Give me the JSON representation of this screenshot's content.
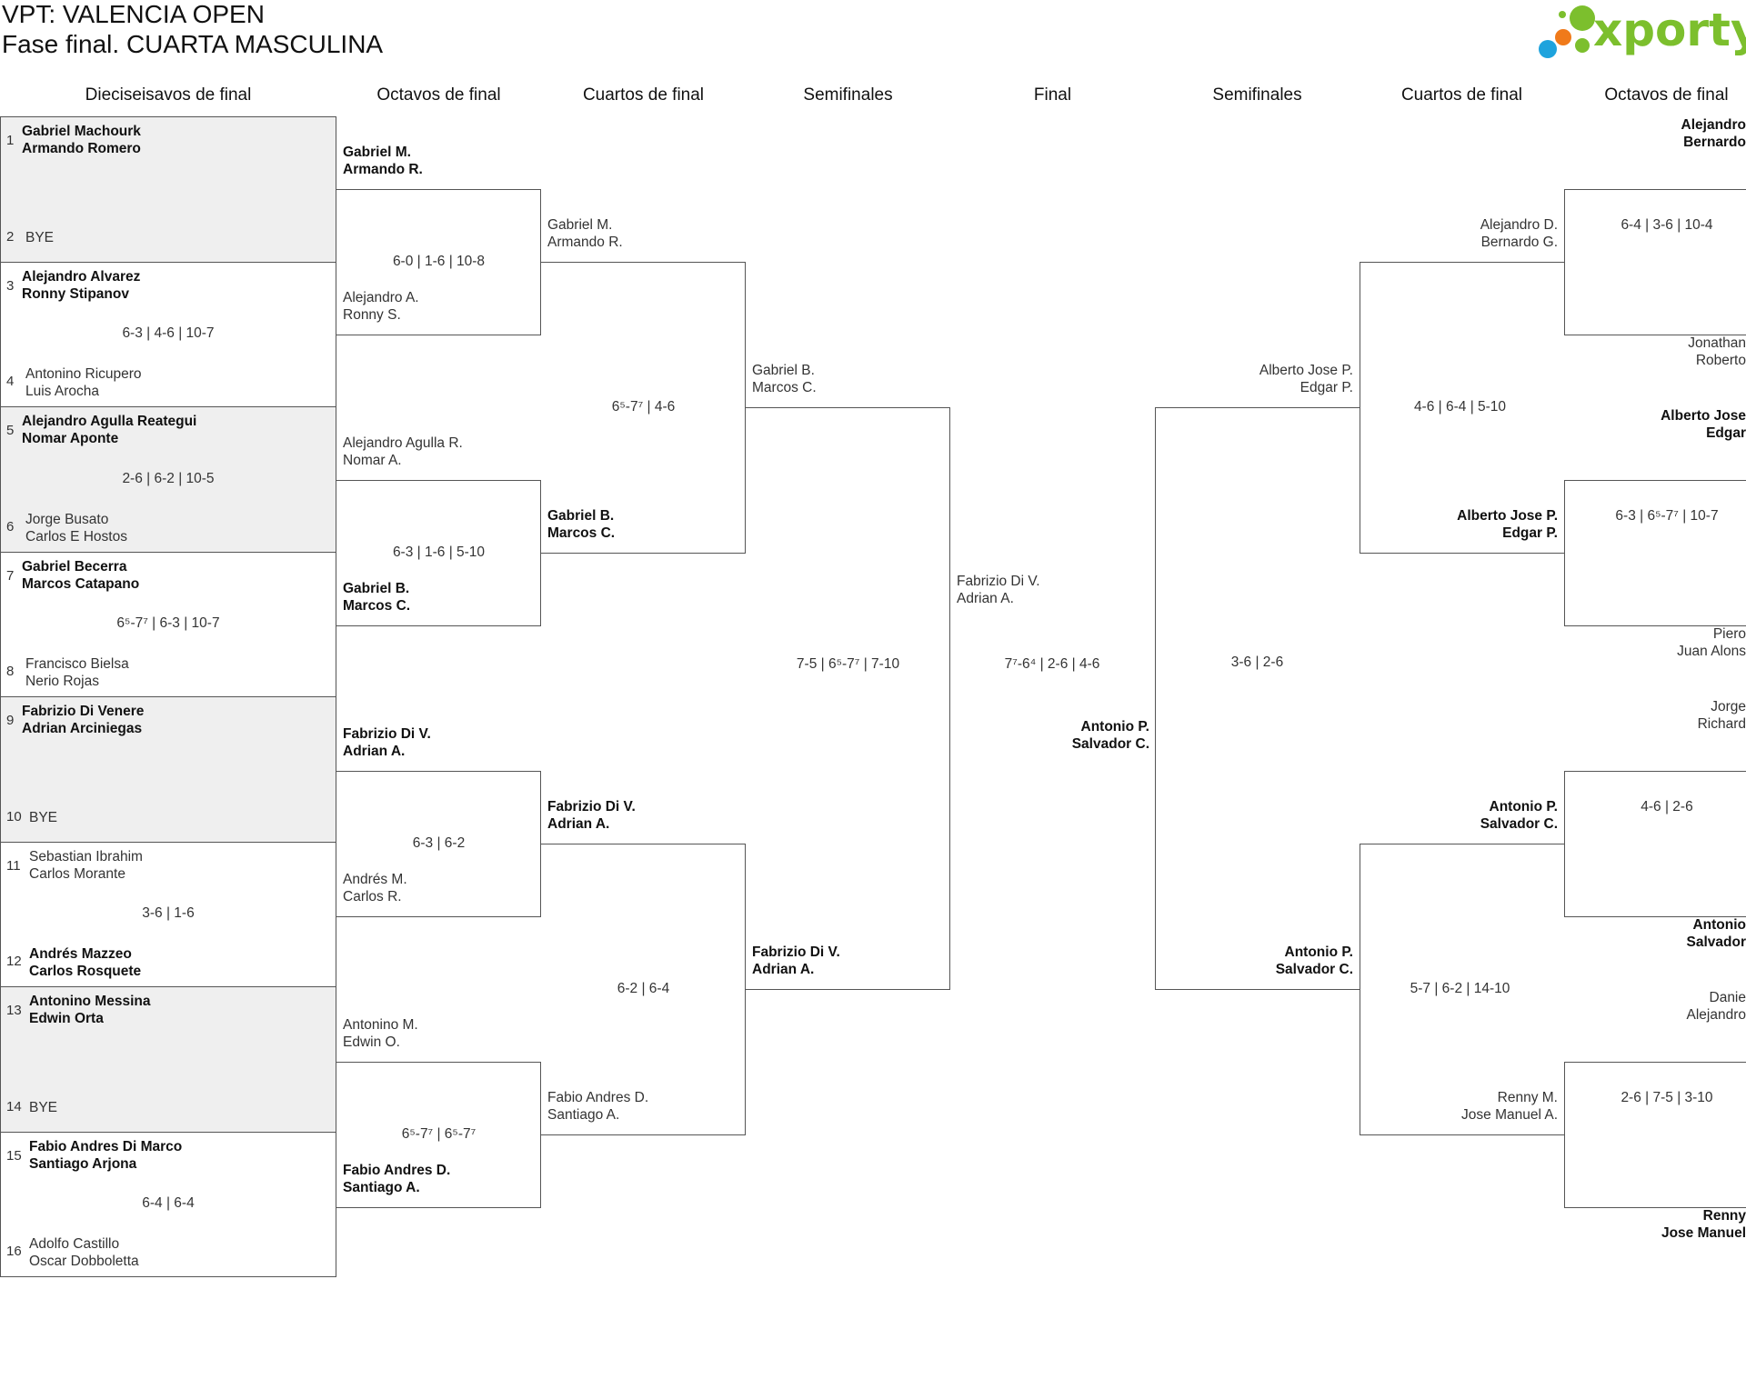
{
  "header": {
    "title_line1": "VPT: VALENCIA OPEN",
    "title_line2": "Fase final. CUARTA MASCULINA",
    "logo_text": "xporty",
    "logo_colors": [
      "#7cbf2d",
      "#f07a1a",
      "#1ea3dd"
    ]
  },
  "columns": [
    "Dieciseisavos de final",
    "Octavos de final",
    "Cuartos de final",
    "Semifinales",
    "Final",
    "Semifinales",
    "Cuartos de final",
    "Octavos de final"
  ],
  "r32": [
    {
      "seed_top": "1",
      "top": [
        "Gabriel Machourk",
        "Armando Romero"
      ],
      "top_win": true,
      "seed_bot": "2",
      "bot": [
        "BYE"
      ],
      "bot_win": false,
      "score": "",
      "shaded": true
    },
    {
      "seed_top": "3",
      "top": [
        "Alejandro Alvarez",
        "Ronny Stipanov"
      ],
      "top_win": true,
      "seed_bot": "4",
      "bot": [
        "Antonino Ricupero",
        "Luis Arocha"
      ],
      "bot_win": false,
      "score": "6-3 | 4-6 | 10-7",
      "shaded": false
    },
    {
      "seed_top": "5",
      "top": [
        "Alejandro Agulla Reategui",
        "Nomar Aponte"
      ],
      "top_win": true,
      "seed_bot": "6",
      "bot": [
        "Jorge Busato",
        "Carlos E Hostos"
      ],
      "bot_win": false,
      "score": "2-6 | 6-2 | 10-5",
      "shaded": true
    },
    {
      "seed_top": "7",
      "top": [
        "Gabriel Becerra",
        "Marcos Catapano"
      ],
      "top_win": true,
      "seed_bot": "8",
      "bot": [
        "Francisco Bielsa",
        "Nerio Rojas"
      ],
      "bot_win": false,
      "score": "6⁵-7⁷ | 6-3 | 10-7",
      "shaded": false
    },
    {
      "seed_top": "9",
      "top": [
        "Fabrizio Di Venere",
        "Adrian Arciniegas"
      ],
      "top_win": true,
      "seed_bot": "10",
      "bot": [
        "BYE"
      ],
      "bot_win": false,
      "score": "",
      "shaded": true
    },
    {
      "seed_top": "11",
      "top": [
        "Sebastian Ibrahim",
        "Carlos Morante"
      ],
      "top_win": false,
      "seed_bot": "12",
      "bot": [
        "Andrés Mazzeo",
        "Carlos Rosquete"
      ],
      "bot_win": true,
      "score": "3-6 | 1-6",
      "shaded": false
    },
    {
      "seed_top": "13",
      "top": [
        "Antonino Messina",
        "Edwin Orta"
      ],
      "top_win": true,
      "seed_bot": "14",
      "bot": [
        "BYE"
      ],
      "bot_win": false,
      "score": "",
      "shaded": true
    },
    {
      "seed_top": "15",
      "top": [
        "Fabio Andres Di Marco",
        "Santiago Arjona"
      ],
      "top_win": true,
      "seed_bot": "16",
      "bot": [
        "Adolfo Castillo",
        "Oscar Dobboletta"
      ],
      "bot_win": false,
      "score": "6-4 | 6-4",
      "shaded": false
    }
  ],
  "left_r16": [
    {
      "top": [
        "Gabriel M.",
        "Armando R."
      ],
      "top_win": true,
      "bot": [
        "Alejandro A.",
        "Ronny S."
      ],
      "bot_win": false,
      "score": "6-0 | 1-6 | 10-8"
    },
    {
      "top": [
        "Alejandro Agulla R.",
        "Nomar A."
      ],
      "top_win": false,
      "bot": [
        "Gabriel B.",
        "Marcos C."
      ],
      "bot_win": true,
      "score": "6-3 | 1-6 | 5-10"
    },
    {
      "top": [
        "Fabrizio Di V.",
        "Adrian A."
      ],
      "top_win": true,
      "bot": [
        "Andrés M.",
        "Carlos R."
      ],
      "bot_win": false,
      "score": "6-3 | 6-2"
    },
    {
      "top": [
        "Antonino M.",
        "Edwin O."
      ],
      "top_win": false,
      "bot": [
        "Fabio Andres D.",
        "Santiago A."
      ],
      "bot_win": true,
      "score": "6⁵-7⁷ | 6⁵-7⁷"
    }
  ],
  "left_qf": [
    {
      "top": [
        "Gabriel M.",
        "Armando R."
      ],
      "top_win": false,
      "bot": [
        "Gabriel B.",
        "Marcos C."
      ],
      "bot_win": true,
      "score": "6⁵-7⁷ | 4-6"
    },
    {
      "top": [
        "Fabrizio Di V.",
        "Adrian A."
      ],
      "top_win": true,
      "bot": [
        "Fabio Andres D.",
        "Santiago A."
      ],
      "bot_win": false,
      "score": "6-2 | 6-4"
    }
  ],
  "left_sf": {
    "top": [
      "Gabriel B.",
      "Marcos C."
    ],
    "top_win": false,
    "bot": [
      "Fabrizio Di V.",
      "Adrian A."
    ],
    "bot_win": true,
    "score": "7-5 | 6⁵-7⁷ | 7-10"
  },
  "final": {
    "left": [
      "Fabrizio Di V.",
      "Adrian A."
    ],
    "left_win": false,
    "right": [
      "Antonio P.",
      "Salvador C."
    ],
    "right_win": true,
    "score": "7⁷-6⁴ | 2-6 | 4-6"
  },
  "right_sf": {
    "top": [
      "Alberto Jose P.",
      "Edgar P."
    ],
    "top_win": false,
    "bot": [
      "Antonio P.",
      "Salvador C."
    ],
    "bot_win": true,
    "score": "3-6 | 2-6"
  },
  "right_qf": [
    {
      "top": [
        "Alejandro D.",
        "Bernardo G."
      ],
      "top_win": false,
      "bot": [
        "Alberto Jose P.",
        "Edgar P."
      ],
      "bot_win": true,
      "score": "4-6 | 6-4 | 5-10"
    },
    {
      "top": [
        "Antonio P.",
        "Salvador C."
      ],
      "top_win": true,
      "bot": [
        "Renny M.",
        "Jose Manuel A."
      ],
      "bot_win": false,
      "score": "5-7 | 6-2 | 14-10"
    }
  ],
  "right_r16": [
    {
      "top": [
        "Alejandro",
        "Bernardo"
      ],
      "top_win": true,
      "bot": [
        "Jonathan",
        "Roberto"
      ],
      "bot_win": false,
      "score": "6-4 | 3-6 | 10-4"
    },
    {
      "top": [
        "Alberto Jose",
        "Edgar"
      ],
      "top_win": true,
      "bot": [
        "Piero",
        "Juan Alons"
      ],
      "bot_win": false,
      "score": "6-3 | 6⁵-7⁷ | 10-7"
    },
    {
      "top": [
        "Jorge",
        "Richard"
      ],
      "top_win": false,
      "bot": [
        "Antonio",
        "Salvador"
      ],
      "bot_win": true,
      "score": "4-6 | 2-6"
    },
    {
      "top": [
        "Danie",
        "Alejandro"
      ],
      "top_win": false,
      "bot": [
        "Renny",
        "Jose Manuel"
      ],
      "bot_win": true,
      "score": "2-6 | 7-5 | 3-10"
    }
  ]
}
